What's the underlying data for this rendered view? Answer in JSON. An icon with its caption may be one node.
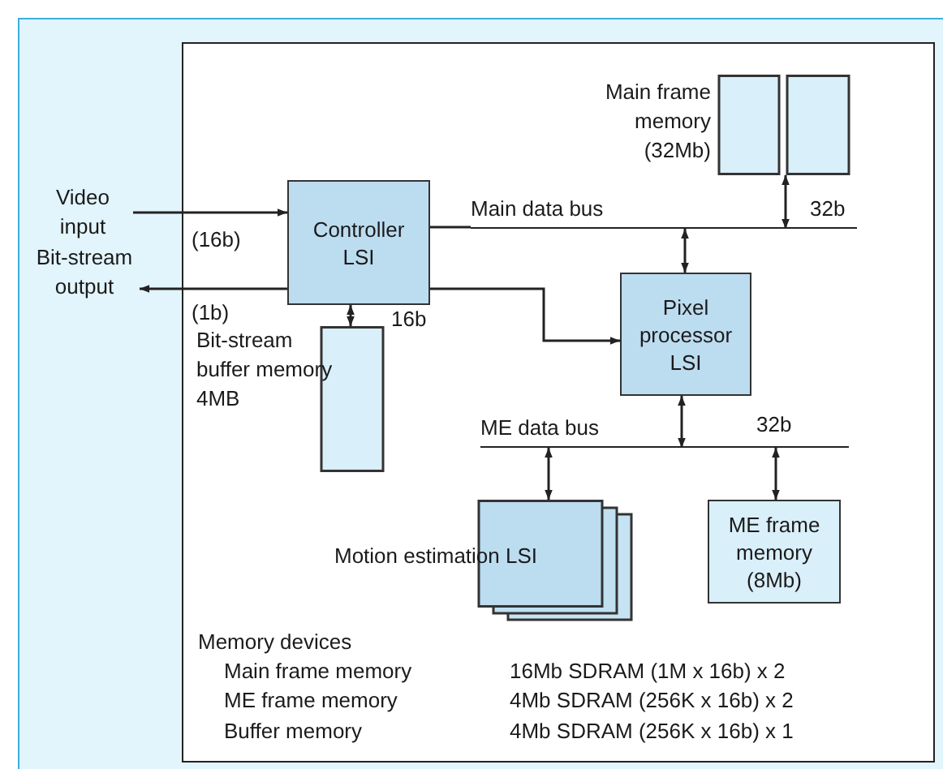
{
  "diagram": {
    "nodes": [
      {
        "text": [
          "Video input"
        ]
      },
      {
        "text": [
          "Bit-stream output"
        ]
      },
      {
        "text": [
          "Controller LSI"
        ]
      },
      {
        "text": [
          "Main data bus"
        ]
      },
      {
        "text": [
          "Main frame memory (32Mb)"
        ]
      },
      {
        "text": [
          "Pixel processor LSI"
        ]
      },
      {
        "text": [
          "ME data bus"
        ]
      },
      {
        "text": [
          "Bit-stream buffer memory 4MB"
        ]
      },
      {
        "text": [
          "Motion estimation LSI"
        ]
      },
      {
        "text": [
          "ME frame memory (8Mb)"
        ]
      }
    ],
    "edges": [
      {
        "from": 0,
        "to": 2,
        "arrow": "to"
      },
      {
        "from": 2,
        "to": 1,
        "arrow": "to"
      },
      {
        "from": 2,
        "to": 3,
        "arrow": "none"
      },
      {
        "from": 2,
        "to": 5,
        "arrow": "to"
      },
      {
        "from": 2,
        "to": 7,
        "arrow": "both"
      },
      {
        "from": 4,
        "to": 3,
        "arrow": "both"
      },
      {
        "from": 3,
        "to": 5,
        "arrow": "both"
      },
      {
        "from": 5,
        "to": 6,
        "arrow": "both"
      },
      {
        "from": 6,
        "to": 8,
        "arrow": "both"
      },
      {
        "from": 6,
        "to": 9,
        "arrow": "both"
      }
    ],
    "labels": [
      "32b",
      "(16b)",
      "(1b)",
      "16b",
      "32b",
      "Memory devices",
      "Main frame memory",
      "16Mb SDRAM (1M x 16b) x 2",
      "ME frame memory",
      "4Mb SDRAM (256K x 16b) x 2",
      "Buffer memory",
      "4Mb SDRAM (256K x 16b) x 1"
    ]
  }
}
